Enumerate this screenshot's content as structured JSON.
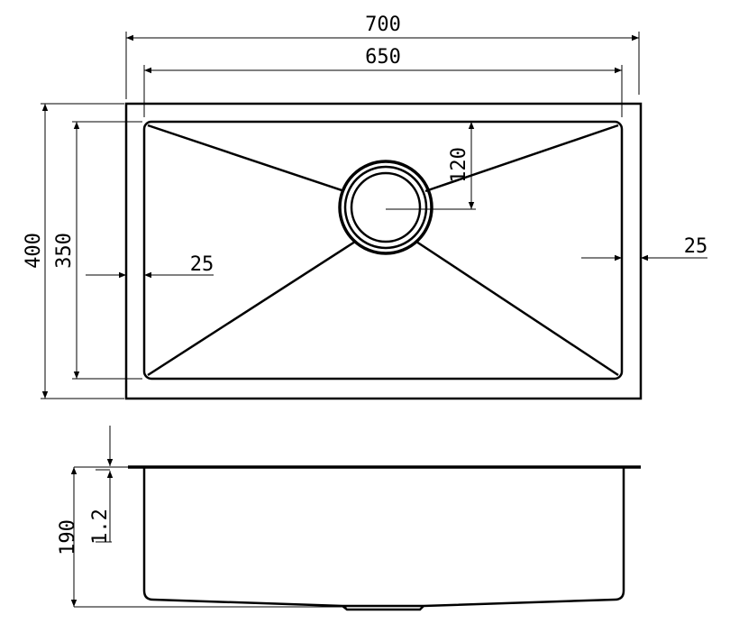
{
  "title": "Undermount sink technical drawing",
  "dimensions": {
    "outer_width": "700",
    "inner_width": "650",
    "outer_depth": "400",
    "inner_depth": "350",
    "drain_offset": "120",
    "left_rim": "25",
    "right_rim": "25",
    "bowl_height": "190",
    "thickness": "1.2"
  }
}
